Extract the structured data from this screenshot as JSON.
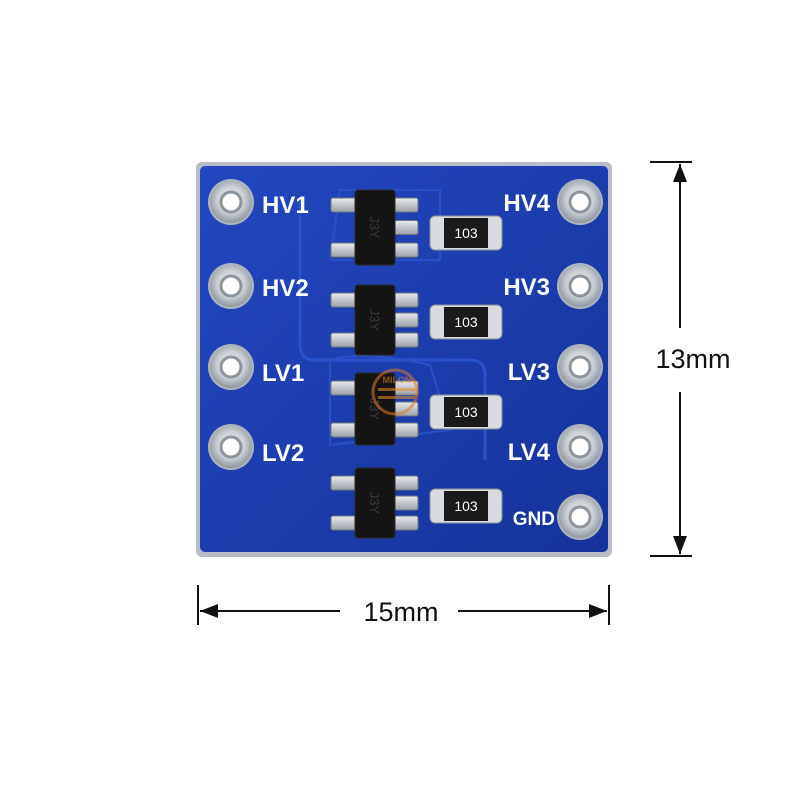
{
  "board": {
    "pins_left": [
      "HV1",
      "HV2",
      "LV1",
      "LV2"
    ],
    "pins_right": [
      "HV4",
      "HV3",
      "LV3",
      "LV4",
      "GND"
    ],
    "transistor_marking": "J3Y",
    "resistor_code": "103",
    "watermark_text": "MILON",
    "colors": {
      "pcb": "#1d3fb0",
      "pcb_edge": "#a8b0c0",
      "pad": "#cfd3d8",
      "chip": "#141414"
    }
  },
  "dimensions": {
    "height_label": "13mm",
    "width_label": "15mm"
  }
}
